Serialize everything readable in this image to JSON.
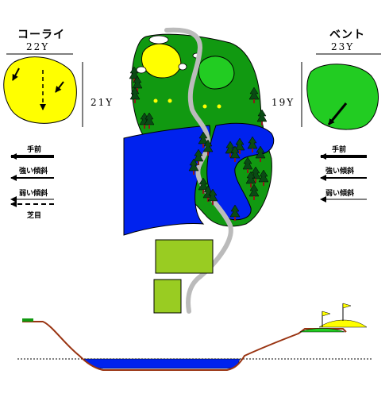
{
  "left_green": {
    "name": "コーライ",
    "length": "22Y",
    "width": "21Y",
    "color": "#ffff00"
  },
  "right_green": {
    "name": "ベント",
    "length": "23Y",
    "width": "19Y",
    "color": "#22cc22"
  },
  "left_legend": [
    {
      "label": "手前",
      "style": "thick"
    },
    {
      "label": "強い傾斜",
      "style": "solid"
    },
    {
      "label": "弱い傾斜",
      "style": "thin"
    },
    {
      "label": "芝目",
      "style": "dashed"
    }
  ],
  "right_legend": [
    {
      "label": "手前",
      "style": "thick"
    },
    {
      "label": "強い傾斜",
      "style": "solid"
    },
    {
      "label": "弱い傾斜",
      "style": "thin"
    }
  ],
  "colors": {
    "fairway": "#119911",
    "water": "#0022ee",
    "tee": "#99cc22",
    "path": "#bbbbbb",
    "profile_line": "#993311"
  }
}
